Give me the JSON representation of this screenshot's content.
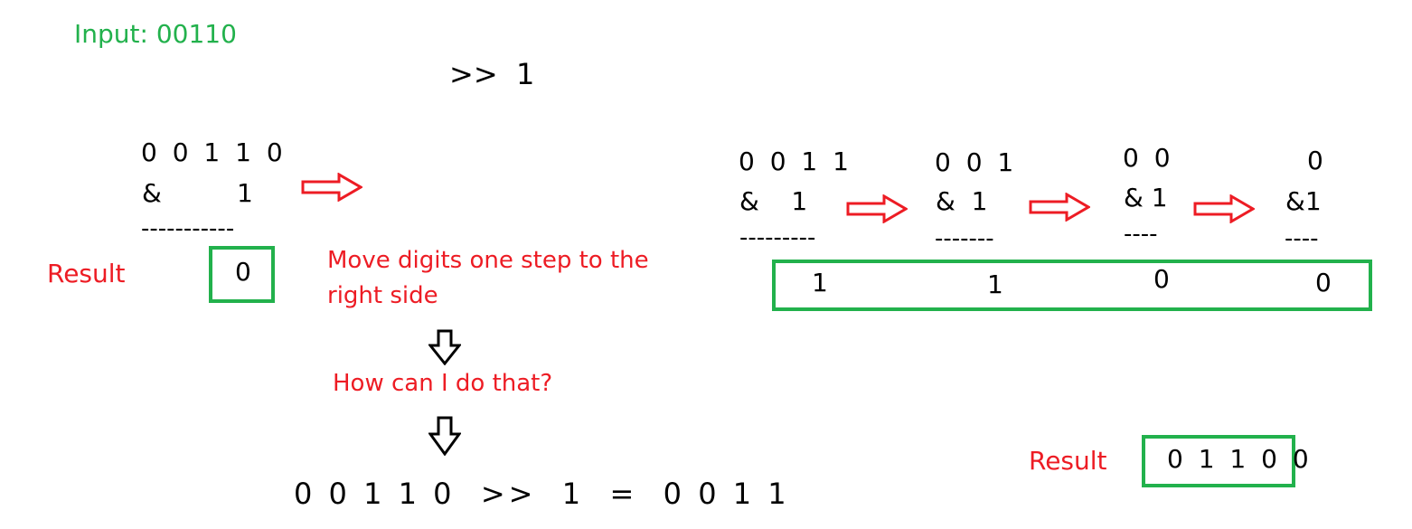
{
  "input_label": "Input: 00110",
  "shift_op": ">>  1",
  "left": {
    "row1": "0 0 1 1 0",
    "row2_amp": "&",
    "row2_one": "1",
    "dashes": "-----------",
    "result_label": "Result",
    "result_value": "0"
  },
  "explanation": {
    "line1": "Move digits one step to the",
    "line2": "right side",
    "question": "How can I do that?",
    "equation": "0 0 1 1 0  >>  1  =  0 0 1 1"
  },
  "steps": [
    {
      "top": "0 0 1 1",
      "bottom": "&    1",
      "dashes": "---------",
      "result": "1"
    },
    {
      "top": "0 0 1",
      "bottom": "&  1",
      "dashes": "-------",
      "result": "1"
    },
    {
      "top": "0 0",
      "bottom": "& 1",
      "dashes": "----",
      "result": "0"
    },
    {
      "top": "0",
      "bottom": "&1",
      "dashes": "----",
      "result": "0"
    }
  ],
  "final": {
    "result_label": "Result",
    "result_value": "0 1 1 0 0"
  },
  "colors": {
    "green": "#22b14c",
    "red": "#ed1c24",
    "black": "#000000"
  },
  "icons": {
    "right_arrow": "hollow-red-right-arrow",
    "down_arrow": "hollow-black-down-arrow"
  }
}
